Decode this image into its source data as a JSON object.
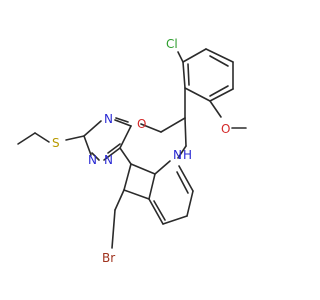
{
  "molecule": {
    "atoms": [
      {
        "id": "Cl1",
        "text": "Cl",
        "color": "#2e9e2e"
      },
      {
        "id": "O_ring",
        "text": "O",
        "color": "#d42a2a"
      },
      {
        "id": "O_methoxy",
        "text": "O",
        "color": "#d42a2a"
      },
      {
        "id": "N_upper",
        "text": "N",
        "color": "#2a2ad4"
      },
      {
        "id": "N_left",
        "text": "N",
        "color": "#2a2ad4"
      },
      {
        "id": "N_lower",
        "text": "N",
        "color": "#2a2ad4"
      },
      {
        "id": "NH",
        "text": "N",
        "color": "#2a2ad4"
      },
      {
        "id": "H_NH",
        "text": "H",
        "color": "#2a2ad4"
      },
      {
        "id": "S1",
        "text": "S",
        "color": "#b89a00"
      },
      {
        "id": "Br1",
        "text": "Br",
        "color": "#a0341f"
      }
    ]
  }
}
